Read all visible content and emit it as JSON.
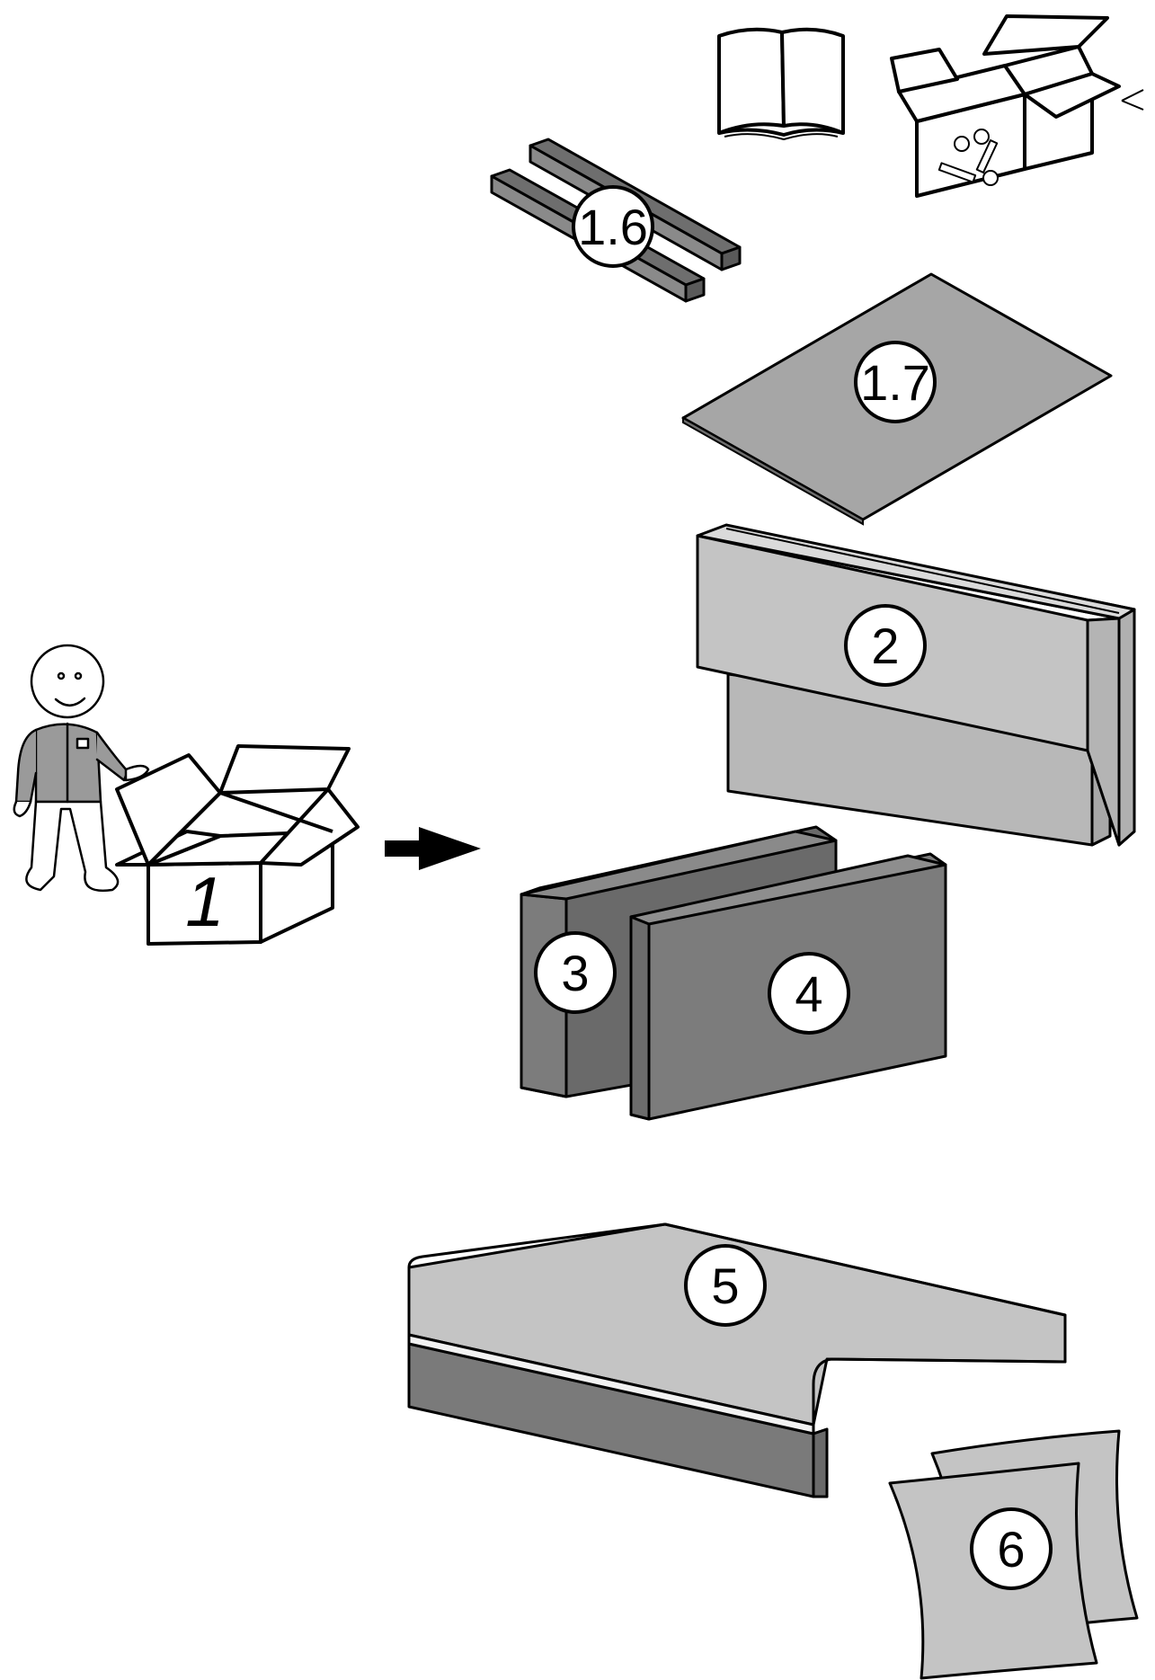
{
  "parts": [
    {
      "id": "box",
      "label": "1"
    },
    {
      "id": "rails",
      "label": "1.6"
    },
    {
      "id": "panel",
      "label": "1.7"
    },
    {
      "id": "backrest",
      "label": "2"
    },
    {
      "id": "armrest_left",
      "label": "3"
    },
    {
      "id": "armrest_right",
      "label": "4"
    },
    {
      "id": "seat",
      "label": "5"
    },
    {
      "id": "pillows",
      "label": "6"
    }
  ],
  "icons": [
    "manual-book-icon",
    "hardware-box-icon",
    "arrow-right-icon",
    "person-icon"
  ],
  "colors": {
    "stroke": "#000000",
    "light_grey": "#c4c4c4",
    "mid_grey": "#a0a0a0",
    "dark_grey": "#7a7a7a",
    "person_grey": "#9a9a9a"
  }
}
